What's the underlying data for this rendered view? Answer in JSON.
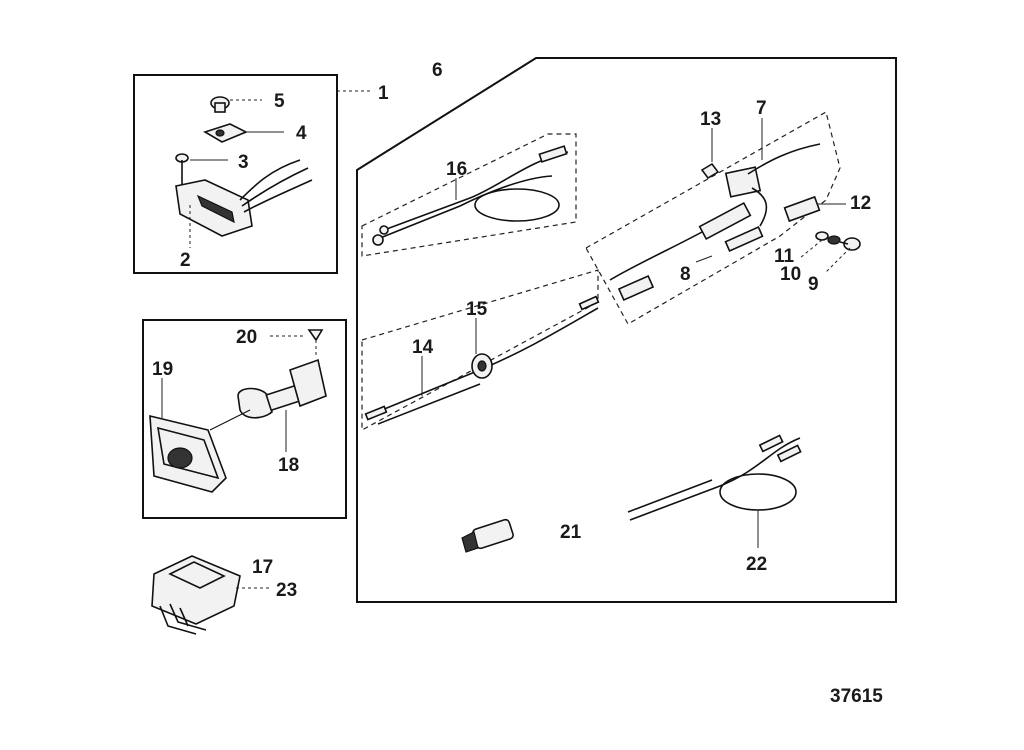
{
  "figure_id": "37615",
  "callouts": [
    "1",
    "2",
    "3",
    "4",
    "5",
    "6",
    "7",
    "8",
    "9",
    "10",
    "11",
    "12",
    "13",
    "14",
    "15",
    "16",
    "17",
    "18",
    "19",
    "20",
    "21",
    "22",
    "23"
  ]
}
